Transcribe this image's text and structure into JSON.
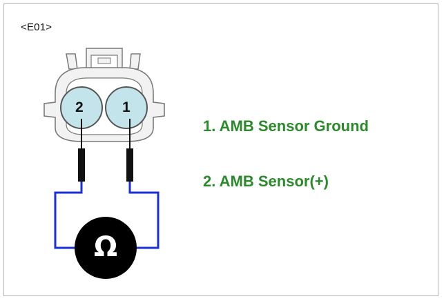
{
  "connector": {
    "id": "<E01>",
    "pins": [
      {
        "number": "2"
      },
      {
        "number": "1"
      }
    ]
  },
  "legend": {
    "items": [
      {
        "label": "1. AMB Sensor Ground"
      },
      {
        "label": "2. AMB Sensor(+)"
      }
    ]
  },
  "meter": {
    "symbol": "Ω",
    "icon": "ohmmeter-icon"
  },
  "colors": {
    "label_text": "#2b8a2b",
    "wire": "#1a2fd6",
    "pin_fill": "#c4e4ec",
    "connector_body": "#f2f2f2",
    "meter_fill": "#000000"
  }
}
